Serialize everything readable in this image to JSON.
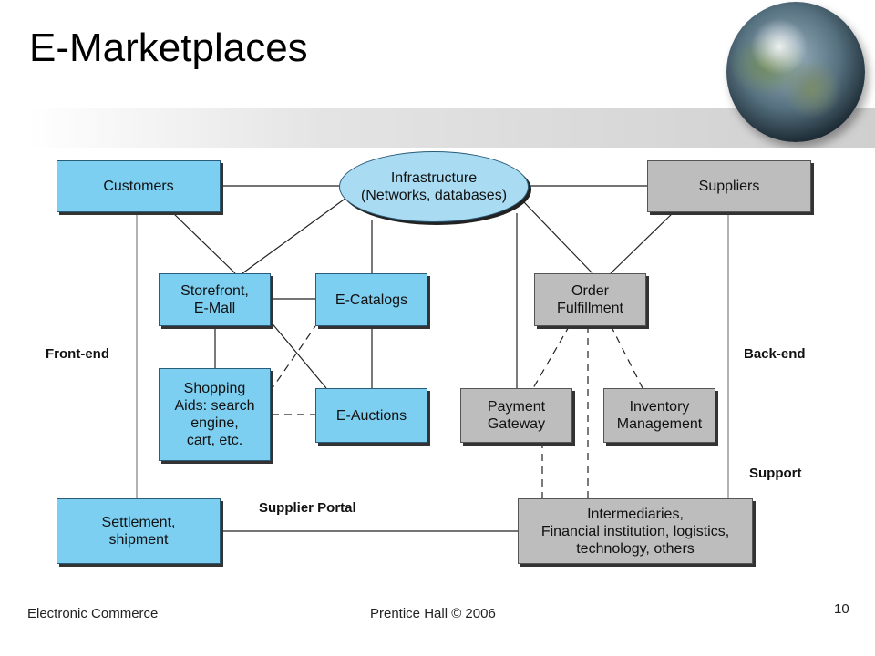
{
  "slide": {
    "title": "E-Marketplaces",
    "footer_left": "Electronic Commerce",
    "footer_center": "Prentice Hall © 2006",
    "page_number": "10"
  },
  "diagram": {
    "infrastructure": "Infrastructure\n(Networks, databases)",
    "customers": "Customers",
    "suppliers": "Suppliers",
    "storefront": "Storefront,\nE-Mall",
    "ecatalogs": "E-Catalogs",
    "order_fulfillment": "Order\nFulfillment",
    "shopping_aids": "Shopping\nAids: search\nengine,\ncart, etc.",
    "eauctions": "E-Auctions",
    "payment_gateway": "Payment\nGateway",
    "inventory_management": "Inventory\nManagement",
    "settlement": "Settlement,\nshipment",
    "intermediaries": "Intermediaries,\nFinancial institution, logistics,\ntechnology, others",
    "front_end_label": "Front-end",
    "back_end_label": "Back-end",
    "support_label": "Support",
    "supplier_portal_label": "Supplier Portal"
  },
  "colors": {
    "front_end_box": "#7ccff0",
    "back_end_box": "#bdbdbd",
    "infrastructure_ellipse": "#a9dcf3"
  }
}
